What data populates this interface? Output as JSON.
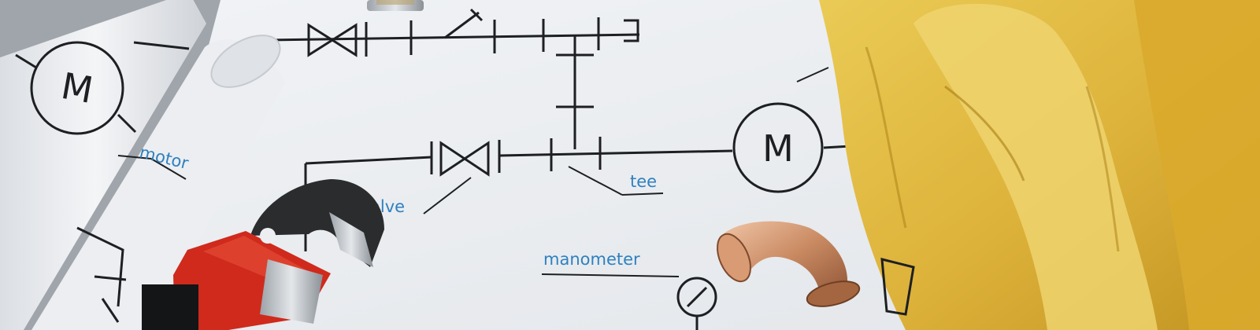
{
  "labels": {
    "motor": "motor",
    "valve": "alve",
    "tee": "tee",
    "manometer": "manometer"
  },
  "symbols": {
    "motor_letter": "M"
  },
  "colors": {
    "paper": "#eef0f3",
    "ink": "#1d1f22",
    "label_blue": "#2f80c0",
    "glove_yellow": "#e2b93a",
    "wrench_red": "#cf2a1c",
    "copper": "#c98a62"
  },
  "objects": [
    "blueprint-sheet",
    "rolled-blueprints",
    "pipe-wrench",
    "copper-elbow-fitting",
    "work-gloves",
    "brass-fitting"
  ]
}
